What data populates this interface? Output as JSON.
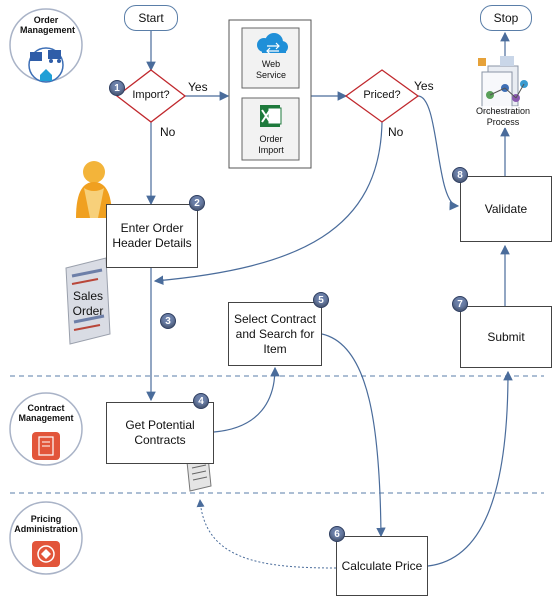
{
  "roles": {
    "order_management": "Order Management",
    "contract_management": "Contract Management",
    "pricing_administration": "Pricing Administration"
  },
  "terminals": {
    "start": "Start",
    "stop": "Stop"
  },
  "decisions": {
    "import": "Import?",
    "priced": "Priced?"
  },
  "branch_labels": {
    "import_yes": "Yes",
    "import_no": "No",
    "priced_yes": "Yes",
    "priced_no": "No"
  },
  "web_service": {
    "label": "Web Service"
  },
  "order_import": {
    "label": "Order Import"
  },
  "orchestration": {
    "label": "Orchestration Process"
  },
  "sales_order_doc": {
    "label": "Sales Order"
  },
  "steps": [
    {
      "number": "1",
      "label": "Import?"
    },
    {
      "number": "2",
      "label": "Enter Order Header Details"
    },
    {
      "number": "3",
      "label": ""
    },
    {
      "number": "4",
      "label": "Get Potential Contracts"
    },
    {
      "number": "5",
      "label": "Select Contract and Search for Item"
    },
    {
      "number": "6",
      "label": "Calculate Price"
    },
    {
      "number": "7",
      "label": "Submit"
    },
    {
      "number": "8",
      "label": "Validate"
    }
  ],
  "colors": {
    "decision_stroke": "#c0282d",
    "arrow": "#4a6c9b",
    "lane_divider": "#5a7ea8",
    "badge": "#6b7fa8"
  }
}
